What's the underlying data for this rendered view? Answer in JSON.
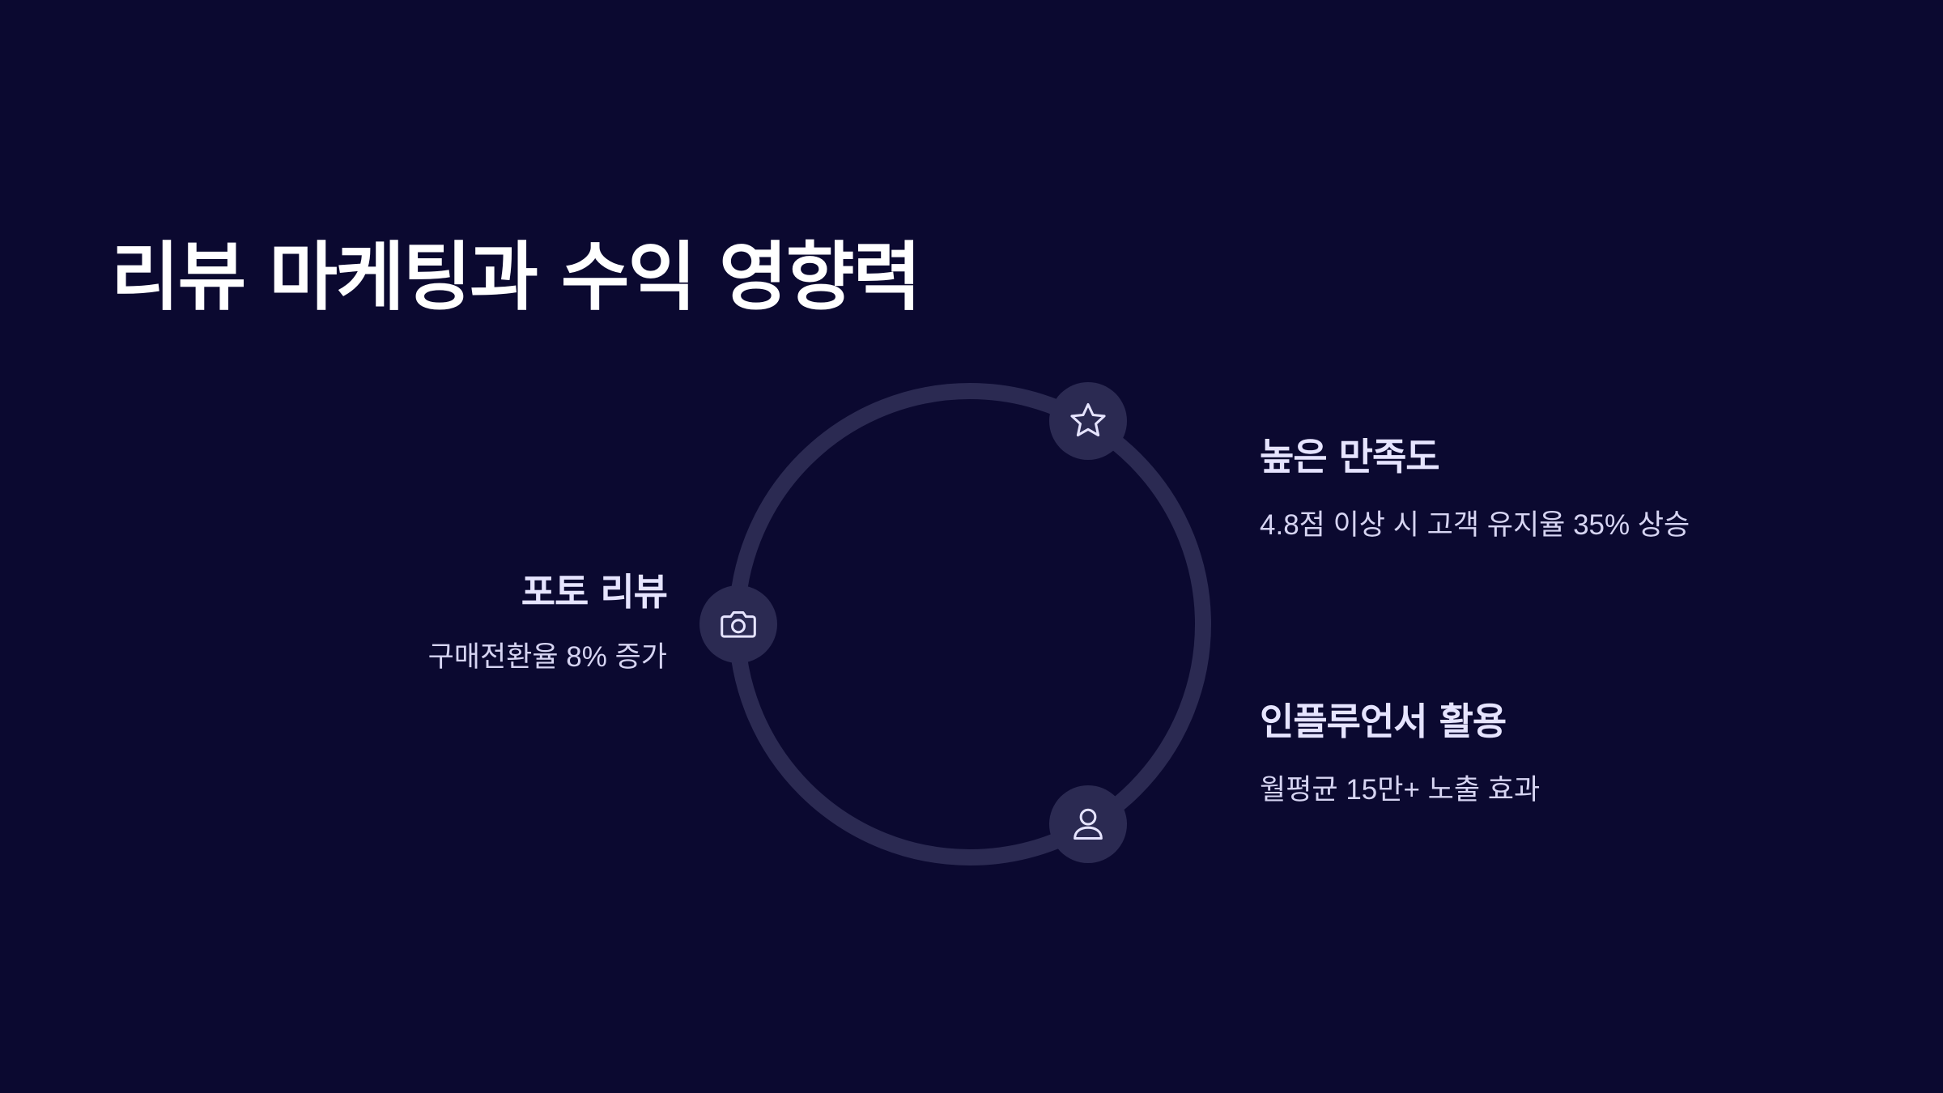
{
  "title": "리뷰 마케팅과 수익 영향력",
  "colors": {
    "background": "#0b0930",
    "ring": "#2b2a52",
    "node": "#2b2a52",
    "icon_stroke": "#e6e4ff",
    "heading": "#e6e4ff",
    "text": "#d6d4f2"
  },
  "items": [
    {
      "icon": "star-icon",
      "title": "높은 만족도",
      "description": "4.8점 이상 시 고객 유지율 35% 상승"
    },
    {
      "icon": "camera-icon",
      "title": "포토 리뷰",
      "description": "구매전환율 8% 증가"
    },
    {
      "icon": "user-icon",
      "title": "인플루언서 활용",
      "description": "월평균 15만+ 노출 효과"
    }
  ]
}
